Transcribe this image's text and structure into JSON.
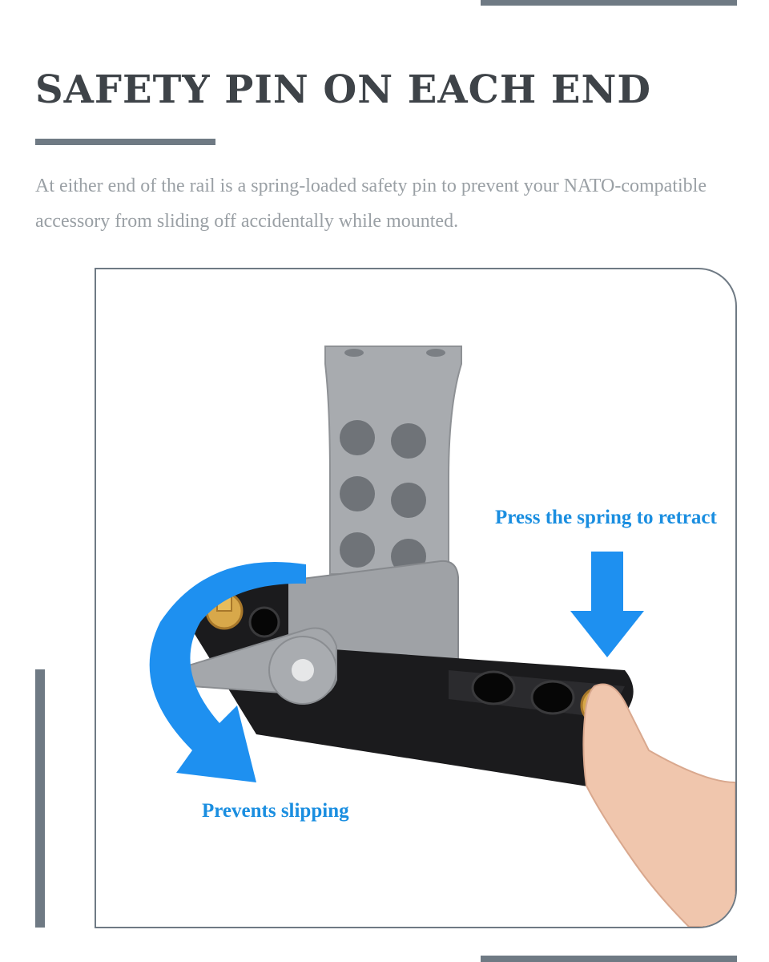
{
  "header": {
    "title": "SAFETY PIN ON EACH END",
    "description": "At either end of the rail is a spring-loaded safety pin to prevent your NATO-compatible accessory from sliding off accidentally while mounted."
  },
  "figure": {
    "callout_press": "Press the spring to retract",
    "callout_prevents": "Prevents slipping"
  },
  "colors": {
    "accent_bar": "#6f7a84",
    "title_text": "#3e4348",
    "body_text": "#9aa0a5",
    "callout_blue": "#1a8ee0",
    "arrow_blue": "#1e90f0"
  },
  "icons": [
    "curved-arrow-icon",
    "down-arrow-icon"
  ]
}
